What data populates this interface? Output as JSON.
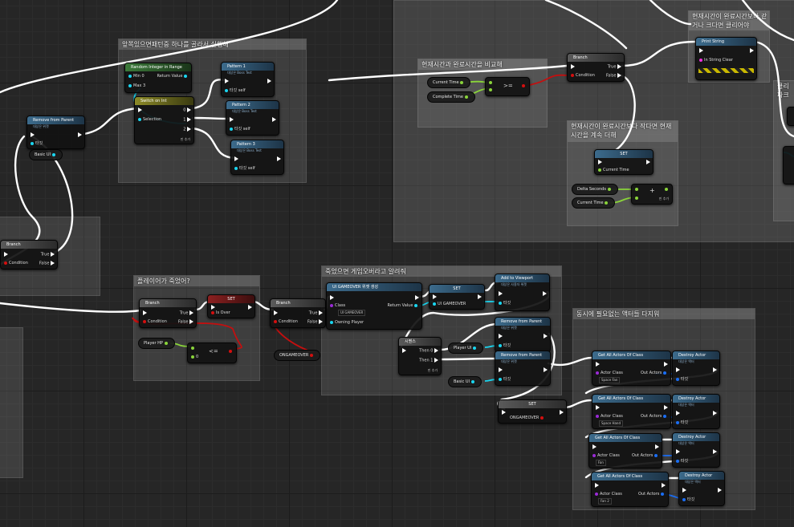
{
  "comments": {
    "random_pattern": "앞쪽있으면패턴중 하나를 골라서 실행해",
    "compare_time": "현재시간과 완료시간을 비교해",
    "current_less": "현재시간이 완료시간보다 작다면 현재시간을 계속 더해",
    "current_greater": "현재시간이 완료시간보다 같거나 크다면 클리어야",
    "right_cut": "클리 파크",
    "player_dead": "플레이어가 죽었어?",
    "game_over": "죽었으면 게임오버라고 알려줘",
    "destroy_actors": "동시에 필요없는 액터들 다지워"
  },
  "nodes": {
    "remove_parent_1": {
      "title": "Remove from Parent",
      "sub": "대상은 위젯",
      "target": "타깃"
    },
    "basic_ui": "Basic UI",
    "random_int": {
      "title": "Random Integer in Range",
      "min": "Min",
      "min_val": "0",
      "max": "Max",
      "max_val": "3",
      "ret": "Return Value"
    },
    "switch_int": {
      "title": "Switch on Int",
      "selection": "Selection",
      "p0": "0",
      "p1": "1",
      "p2": "2",
      "add": "핀 추가"
    },
    "pattern1": {
      "title": "Pattern 1",
      "sub": "대상은 Boss Test",
      "target": "타깃",
      "self": "self"
    },
    "pattern2": {
      "title": "Pattern 2",
      "sub": "대상은 Boss Test",
      "target": "타깃",
      "self": "self"
    },
    "pattern3": {
      "title": "Pattern 3",
      "sub": "대상은 Boss Test",
      "target": "타깃",
      "self": "self"
    },
    "current_time": "Current Time",
    "complete_time": "Complete Time",
    "gte": ">=",
    "branch_top": {
      "title": "Branch",
      "true": "True",
      "false": "False",
      "cond": "Condition"
    },
    "print_string": {
      "title": "Print String",
      "in": "In String",
      "val": "Clear"
    },
    "set_time": {
      "title": "SET",
      "var": "Current Time"
    },
    "delta": "Delta Seconds",
    "current_time2": "Current Time",
    "plus": "+",
    "plus_add": "핀 추가",
    "branch_left": {
      "title": "Branch",
      "true": "True",
      "false": "False",
      "cond": "Condition"
    },
    "branch_dead": {
      "title": "Branch",
      "true": "True",
      "false": "False",
      "cond": "Condition"
    },
    "set_isover": {
      "title": "SET",
      "var": "Is Over"
    },
    "player_hp": "Player HP",
    "lte": "<=",
    "lte_b": "0",
    "branch_go": {
      "title": "Branch",
      "true": "True",
      "false": "False",
      "cond": "Condition"
    },
    "ongameover_getter": "ONGAMEOVER",
    "create_widget": {
      "title": "UI GAMEOVER 위젯 생성",
      "class": "Class",
      "class_val": "UI GAMEOVER",
      "owning": "Owning Player",
      "ret": "Return Value"
    },
    "set_gameover": {
      "title": "SET",
      "var": "UI GAMEOVER"
    },
    "add_viewport": {
      "title": "Add to Viewport",
      "sub": "대상은 사용자 위젯",
      "target": "타깃"
    },
    "sequence": {
      "title": "시퀀스",
      "then0": "Then 0",
      "then1": "Then 1",
      "add": "핀 추가"
    },
    "player_ui": "Player UI",
    "remove_parent_2": {
      "title": "Remove from Parent",
      "sub": "대상은 위젯",
      "target": "타깃"
    },
    "remove_parent_3": {
      "title": "Remove from Parent",
      "sub": "대상은 위젯",
      "target": "타깃"
    },
    "basic_ui2": "Basic UI",
    "set_ongameover": {
      "title": "SET",
      "var": "ONGAMEOVER"
    },
    "get_all_1": {
      "title": "Get All Actors Of Class",
      "cls": "Actor Class",
      "val": "Space Fan",
      "out": "Out Actors"
    },
    "get_all_2": {
      "title": "Get All Actors Of Class",
      "cls": "Actor Class",
      "val": "Space Hand",
      "out": "Out Actors"
    },
    "get_all_3": {
      "title": "Get All Actors Of Class",
      "cls": "Actor Class",
      "val": "Fan",
      "out": "Out Actors"
    },
    "get_all_4": {
      "title": "Get All Actors Of Class",
      "cls": "Actor Class",
      "val": "Fan 2",
      "out": "Out Actors"
    },
    "destroy_1": {
      "title": "Destroy Actor",
      "sub": "대상은 액터",
      "target": "타깃"
    },
    "destroy_2": {
      "title": "Destroy Actor",
      "sub": "대상은 액터",
      "target": "타깃"
    },
    "destroy_3": {
      "title": "Destroy Actor",
      "sub": "대상은 액터",
      "target": "타깃"
    },
    "destroy_4": {
      "title": "Destroy Actor",
      "sub": "대상은 액터",
      "target": "타깃"
    }
  }
}
